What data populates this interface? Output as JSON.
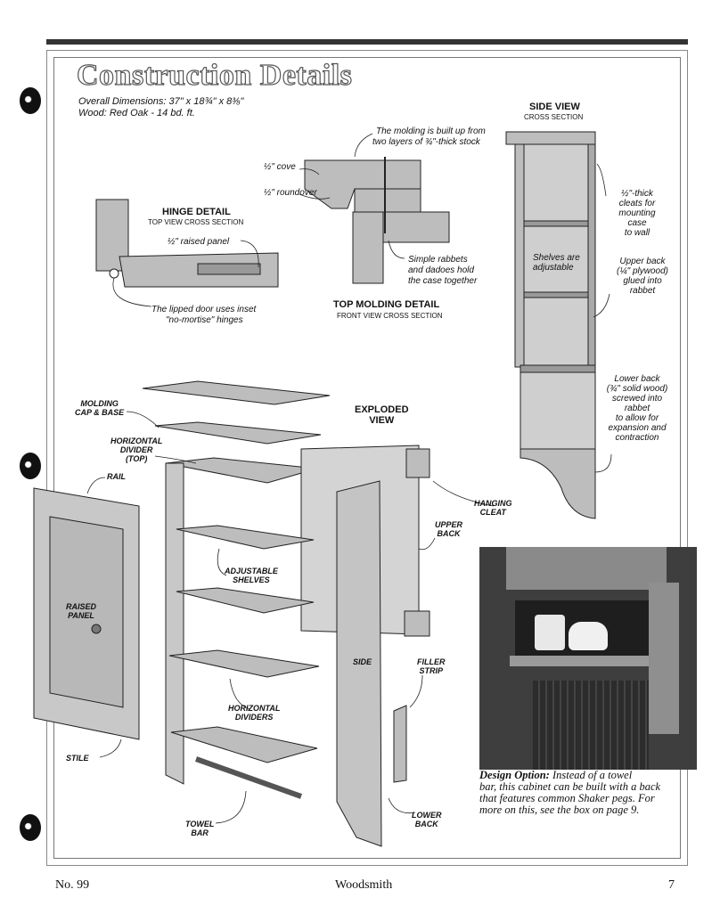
{
  "header": {
    "title": "Construction Details",
    "dimensions": "Overall Dimensions: 37\" x 18¾\" x 8⅜\"",
    "wood": "Wood: Red Oak - 14 bd. ft."
  },
  "top_molding": {
    "note1": "The molding is built up from",
    "note2": "two layers of ¾\"-thick stock",
    "cove": "½\" cove",
    "roundover": "½\" roundover",
    "rabbets1": "Simple rabbets",
    "rabbets2": "and dadoes hold",
    "rabbets3": "the case together",
    "heading": "TOP MOLDING DETAIL",
    "subheading": "FRONT VIEW CROSS SECTION"
  },
  "hinge": {
    "heading": "HINGE DETAIL",
    "subheading": "TOP VIEW CROSS SECTION",
    "raised_panel": "½\" raised panel",
    "note1": "The lipped door uses inset",
    "note2": "\"no-mortise\" hinges"
  },
  "side_view": {
    "heading": "SIDE VIEW",
    "subheading": "CROSS SECTION",
    "cleats1": "½\"-thick",
    "cleats2": "cleats for",
    "cleats3": "mounting",
    "cleats4": "case",
    "cleats5": "to wall",
    "shelves1": "Shelves are",
    "shelves2": "adjustable",
    "upper1": "Upper back",
    "upper2": "(¼\" plywood)",
    "upper3": "glued into",
    "upper4": "rabbet",
    "lower1": "Lower back",
    "lower2": "(¾\" solid wood)",
    "lower3": "screwed into",
    "lower4": "rabbet",
    "lower5": "to allow for",
    "lower6": "expansion and",
    "lower7": "contraction"
  },
  "exploded": {
    "heading1": "EXPLODED",
    "heading2": "VIEW",
    "molding1": "MOLDING",
    "molding2": "CAP & BASE",
    "hdiv1": "HORIZONTAL",
    "hdiv2": "DIVIDER",
    "hdiv3": "(TOP)",
    "rail": "RAIL",
    "raised1": "RAISED",
    "raised2": "PANEL",
    "stile": "STILE",
    "adj1": "ADJUSTABLE",
    "adj2": "SHELVES",
    "hdivs1": "HORIZONTAL",
    "hdivs2": "DIVIDERS",
    "towel1": "TOWEL",
    "towel2": "BAR",
    "side": "SIDE",
    "cleat1": "HANGING",
    "cleat2": "CLEAT",
    "upback1": "UPPER",
    "upback2": "BACK",
    "filler1": "FILLER",
    "filler2": "STRIP",
    "lowback1": "LOWER",
    "lowback2": "BACK"
  },
  "design_option": {
    "lead": "Design Option:",
    "line1": " Instead of a towel",
    "line2": "bar, this cabinet can be built with a back",
    "line3": "that features common Shaker pegs. For",
    "line4": "more on this, see the box on page 9."
  },
  "footer": {
    "issue": "No. 99",
    "magazine": "Woodsmith",
    "page": "7"
  }
}
